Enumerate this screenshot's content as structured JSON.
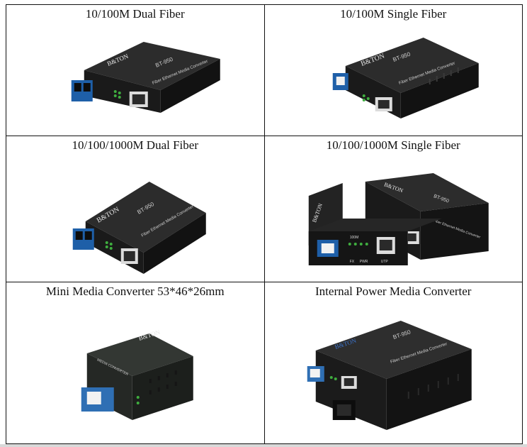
{
  "cells": [
    {
      "caption": "10/100M Dual Fiber",
      "brand": "B&TON",
      "model": "BT-950",
      "label": "Fiber Ethernet Media Converter",
      "ports": "dual"
    },
    {
      "caption": "10/100M Single Fiber",
      "brand": "B&TON",
      "model": "BT-950",
      "label": "Fiber Ethernet Media Converter",
      "ports": "single"
    },
    {
      "caption": "10/100/1000M Dual Fiber",
      "brand": "B&TON",
      "model": "BT-950",
      "label": "Fiber Ethernet Media Converter",
      "ports": "dual"
    },
    {
      "caption": "10/100/1000M Single Fiber",
      "brand": "B&TON",
      "model": "BT-950",
      "label": "Fiber Ethernet Media Converter",
      "ports": "pair",
      "front_labels": {
        "speed": "100M",
        "fx": "FX",
        "pwr": "PWR",
        "utp": "UTP"
      }
    },
    {
      "caption": "Mini Media Converter 53*46*26mm",
      "brand": "B&TON",
      "model": "",
      "label": "MEDIA CONVERTER",
      "ports": "mini"
    },
    {
      "caption": "Internal Power Media Converter",
      "brand": "B&TON",
      "model": "BT-950",
      "label": "Fiber Ethernet Media Converter",
      "ports": "power"
    }
  ],
  "colors": {
    "device_body": "#1c1c1c",
    "device_top": "#2b2b2b",
    "text_light": "#e6e6e6",
    "led_green": "#3fae3f",
    "fiber_blue": "#2f6fb4"
  }
}
